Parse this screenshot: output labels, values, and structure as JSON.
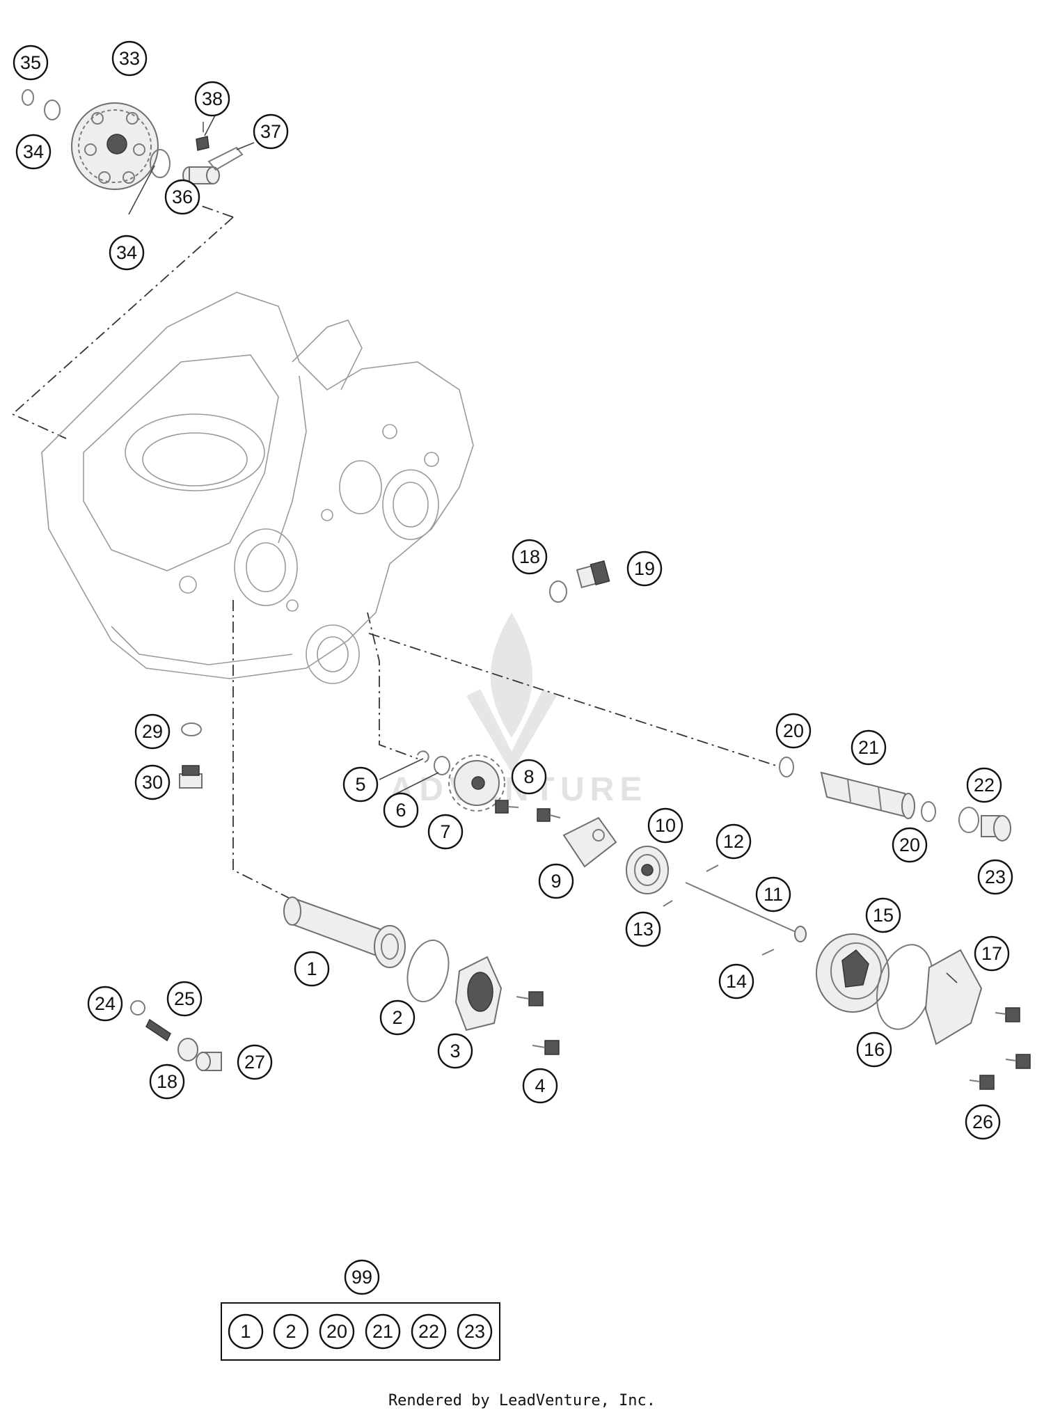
{
  "callouts": [
    "35",
    "33",
    "38",
    "37",
    "34",
    "36",
    "34",
    "18",
    "19",
    "29",
    "30",
    "5",
    "8",
    "6",
    "7",
    "20",
    "21",
    "22",
    "10",
    "12",
    "9",
    "11",
    "20",
    "23",
    "13",
    "15",
    "17",
    "1",
    "14",
    "2",
    "24",
    "25",
    "3",
    "4",
    "16",
    "27",
    "18",
    "26",
    "99"
  ],
  "kit_items": [
    "1",
    "2",
    "20",
    "21",
    "22",
    "23"
  ],
  "footer": "Rendered by LeadVenture, Inc.",
  "watermark": "ADVENTURE"
}
